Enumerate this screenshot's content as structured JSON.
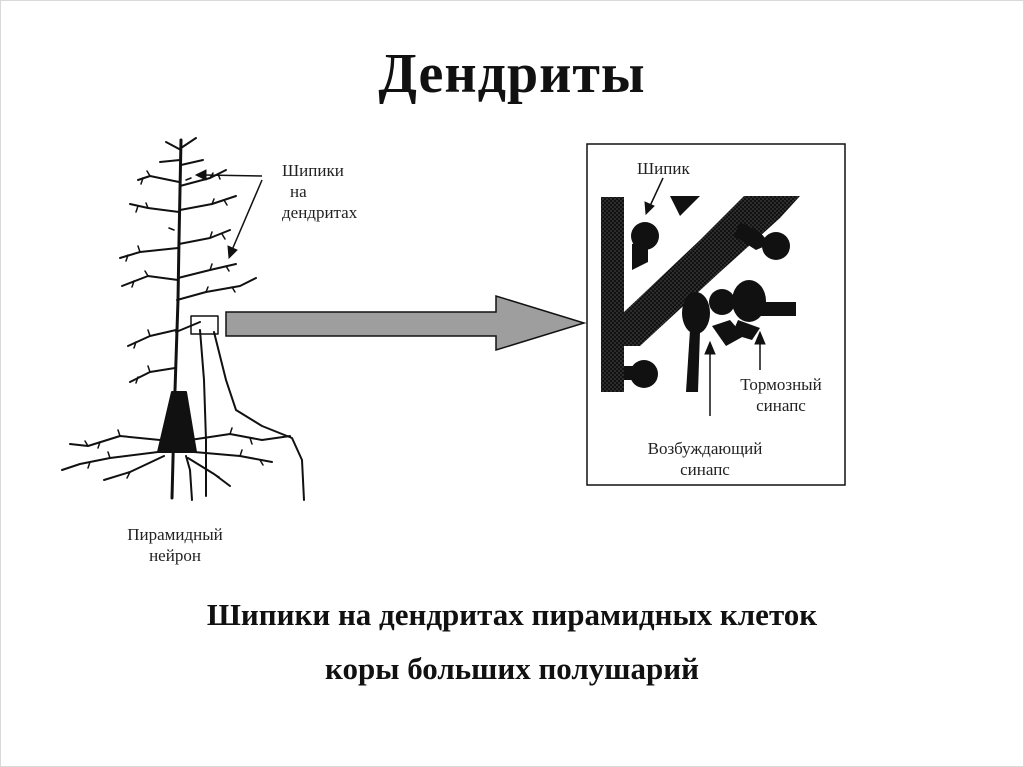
{
  "slide": {
    "title": "Дендриты",
    "caption_line1": "Шипики на дендритах пирамидных клеток",
    "caption_line2": "коры больших полушарий"
  },
  "labels": {
    "spines_line1": "Шипики",
    "spines_line2": "на",
    "spines_line3": "дендритах",
    "neuron_line1": "Пирамидный",
    "neuron_line2": "нейрон",
    "spine": "Шипик",
    "inhibitory_line1": "Тормозный",
    "inhibitory_line2": "синапс",
    "excitatory_line1": "Возбуждающий",
    "excitatory_line2": "синапс"
  },
  "colors": {
    "ink": "#111111",
    "arrow_fill": "#9e9e9e",
    "dendrite_texture": "#2a2a2a"
  }
}
